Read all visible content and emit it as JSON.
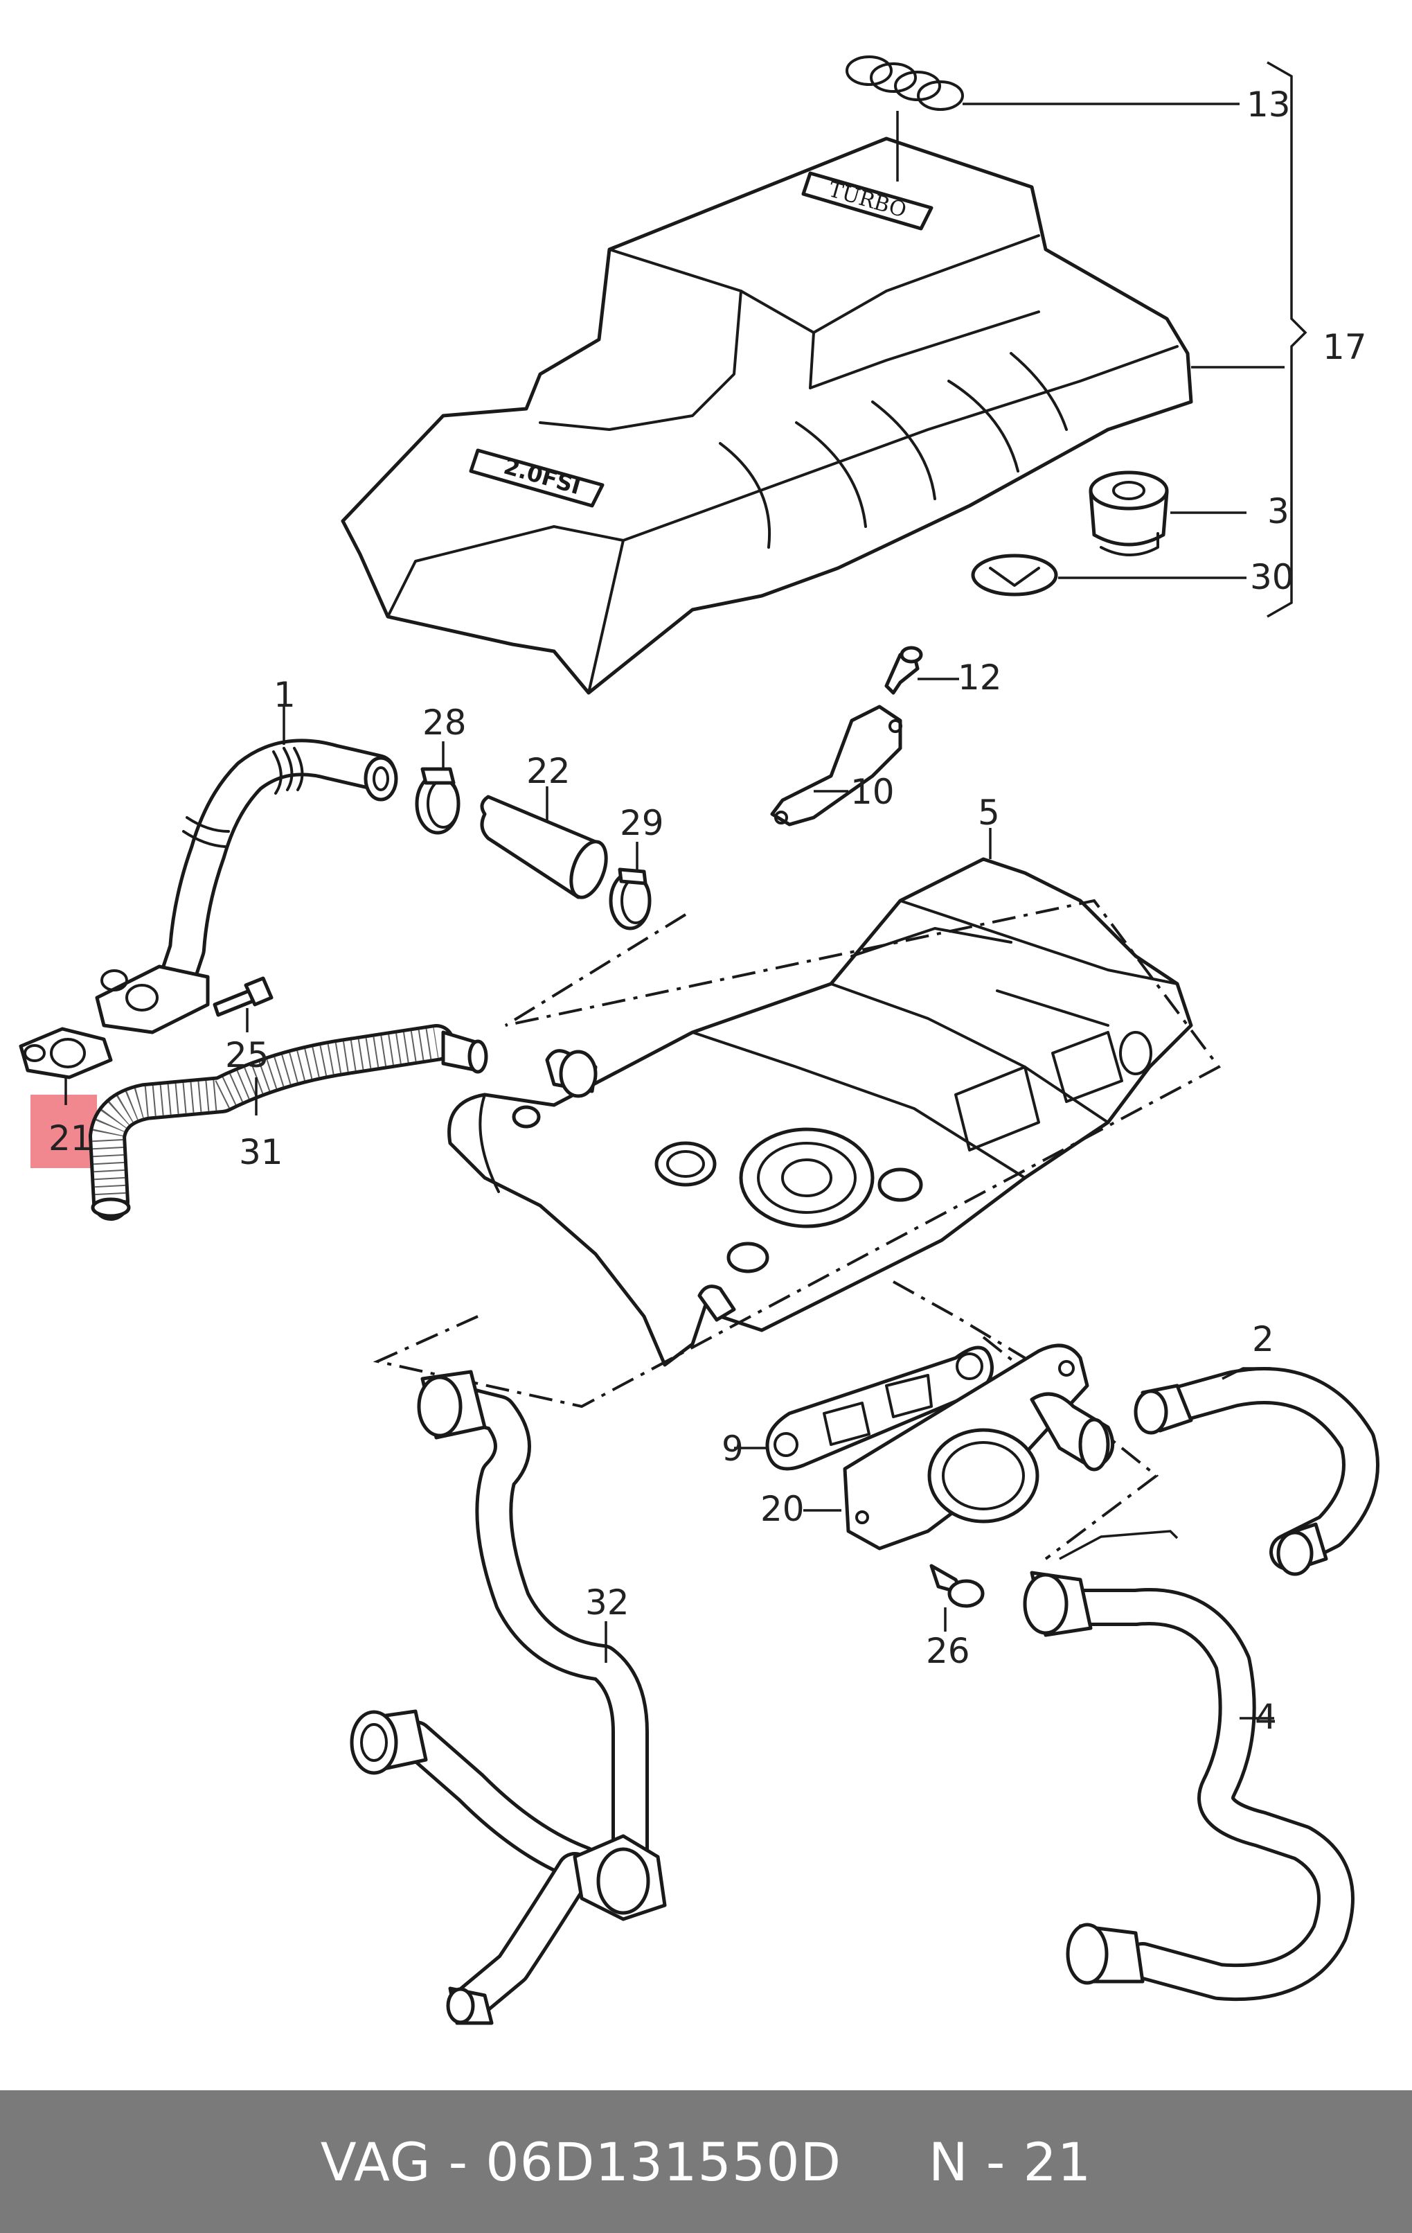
{
  "callouts": {
    "c1": "1",
    "c2": "2",
    "c3": "3",
    "c4": "4",
    "c5": "5",
    "c9": "9",
    "c10": "10",
    "c12": "12",
    "c13": "13",
    "c17": "17",
    "c20": "20",
    "c21": "21",
    "c22": "22",
    "c25": "25",
    "c26": "26",
    "c28": "28",
    "c29": "29",
    "c30": "30",
    "c31": "31",
    "c32": "32"
  },
  "engine_cover": {
    "badge_top": "TURBO",
    "badge_side": "2.0FSI"
  },
  "highlight": {
    "part": "21",
    "color": "#f1888f"
  },
  "footer": {
    "text": "VAG - 06D131550D     N - 21",
    "background": "#7a7a7a"
  }
}
